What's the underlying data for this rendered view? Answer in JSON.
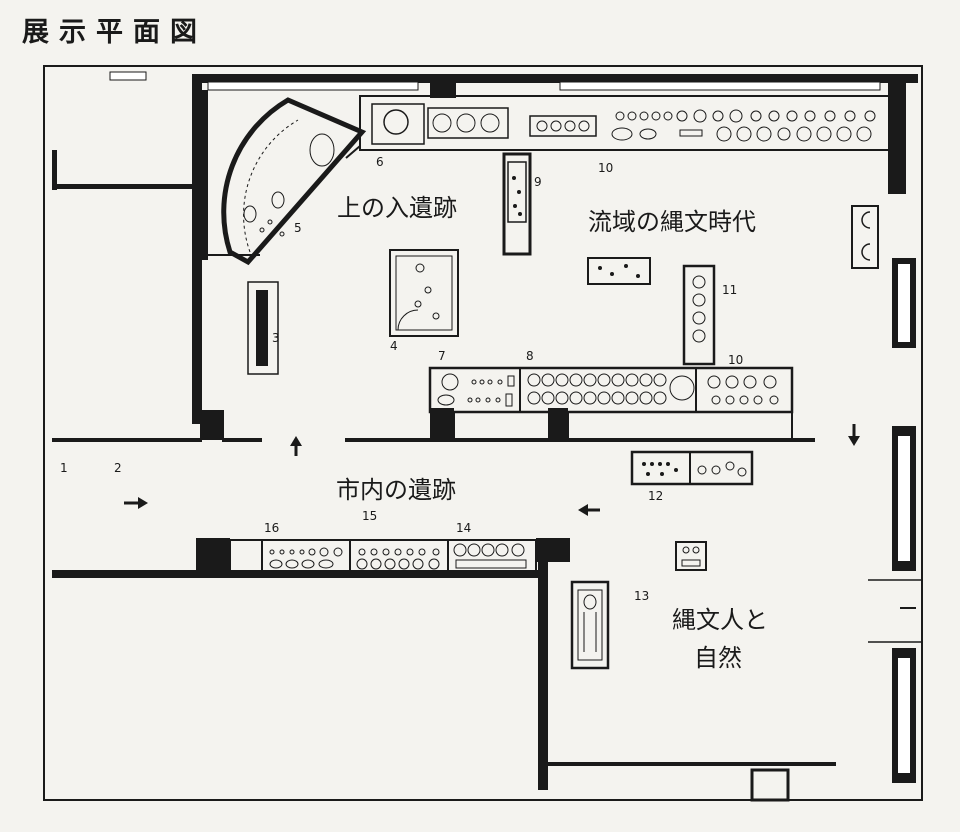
{
  "title": "展示平面図",
  "areas": {
    "kaminoiri": "上の入遺跡",
    "ryuiki": "流域の縄文時代",
    "shinai": "市内の遺跡",
    "jomonjin_1": "縄文人と",
    "jomonjin_2": "自然"
  },
  "exhibit_numbers": {
    "n1": "1",
    "n2": "2",
    "n3": "3",
    "n4": "4",
    "n5": "5",
    "n6": "6",
    "n7": "7",
    "n8": "8",
    "n9": "9",
    "n10a": "10",
    "n10b": "10",
    "n11": "11",
    "n12": "12",
    "n13": "13",
    "n14": "14",
    "n15": "15",
    "n16": "16"
  },
  "colors": {
    "wall": "#1a1a1a",
    "paper": "#f4f3ef"
  }
}
